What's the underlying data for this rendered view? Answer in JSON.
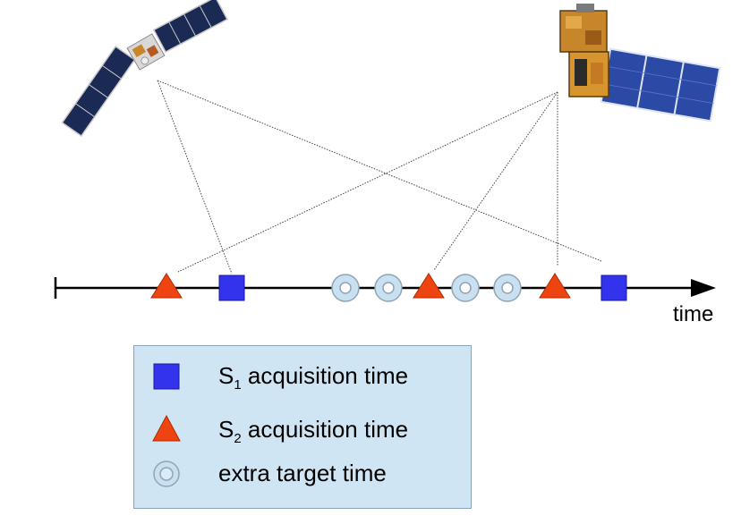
{
  "timeline": {
    "axis_label": "time",
    "events": [
      {
        "kind": "s2",
        "order": 1
      },
      {
        "kind": "s1",
        "order": 2
      },
      {
        "kind": "extra",
        "order": 3
      },
      {
        "kind": "extra",
        "order": 4
      },
      {
        "kind": "s2",
        "order": 5
      },
      {
        "kind": "extra",
        "order": 6
      },
      {
        "kind": "extra",
        "order": 7
      },
      {
        "kind": "s2",
        "order": 8
      },
      {
        "kind": "s1",
        "order": 9
      }
    ]
  },
  "legend": {
    "s1": {
      "letter": "S",
      "subscript": "1",
      "text": " acquisition time"
    },
    "s2": {
      "letter": "S",
      "subscript": "2",
      "text": " acquisition time"
    },
    "extra": {
      "text": "extra target time"
    }
  },
  "colors": {
    "s1": "#3333ee",
    "s2": "#ee4411",
    "extra_fill": "#c9e0f0",
    "extra_stroke": "#8fa5b5",
    "legend_bg": "#cfe5f3",
    "panel_blue": "#1b3b8a",
    "satellite_body": "#c8862a"
  },
  "icons": {
    "satellite_left": "satellite-icon",
    "satellite_right": "satellite-icon"
  }
}
